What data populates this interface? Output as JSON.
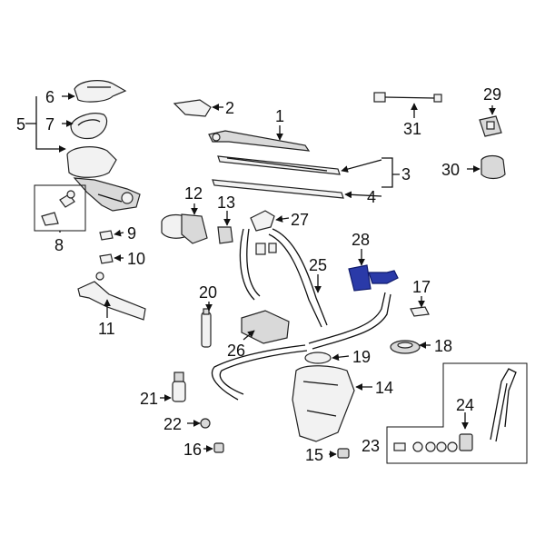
{
  "diagram": {
    "callouts": {
      "c1": "1",
      "c2": "2",
      "c3": "3",
      "c4": "4",
      "c5": "5",
      "c6": "6",
      "c7": "7",
      "c8": "8",
      "c9": "9",
      "c10": "10",
      "c11": "11",
      "c12": "12",
      "c13": "13",
      "c14": "14",
      "c15": "15",
      "c16": "16",
      "c17": "17",
      "c18": "18",
      "c19": "19",
      "c20": "20",
      "c21": "21",
      "c22": "22",
      "c23": "23",
      "c24": "24",
      "c25": "25",
      "c26": "26",
      "c27": "27",
      "c28": "28",
      "c29": "29",
      "c30": "30",
      "c31": "31"
    },
    "highlight_color": "#2a3aa8"
  }
}
